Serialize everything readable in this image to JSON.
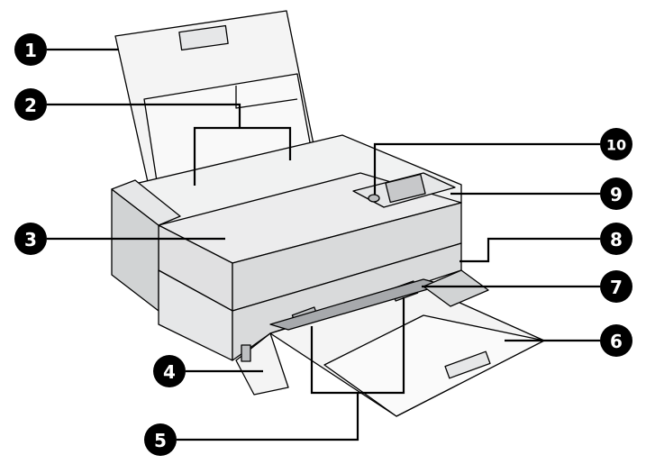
{
  "figure": {
    "callouts": [
      {
        "id": "callout-1",
        "label": "1"
      },
      {
        "id": "callout-2",
        "label": "2"
      },
      {
        "id": "callout-3",
        "label": "3"
      },
      {
        "id": "callout-4",
        "label": "4"
      },
      {
        "id": "callout-5",
        "label": "5"
      },
      {
        "id": "callout-6",
        "label": "6"
      },
      {
        "id": "callout-7",
        "label": "7"
      },
      {
        "id": "callout-8",
        "label": "8"
      },
      {
        "id": "callout-9",
        "label": "9"
      },
      {
        "id": "callout-10",
        "label": "10"
      }
    ]
  },
  "colors": {
    "outline": "#000000",
    "body_fill": "#e6e7e8",
    "light_fill": "#f4f4f4",
    "dark_fill": "#bcbec0",
    "callout": "#000000",
    "callout_text": "#ffffff"
  }
}
